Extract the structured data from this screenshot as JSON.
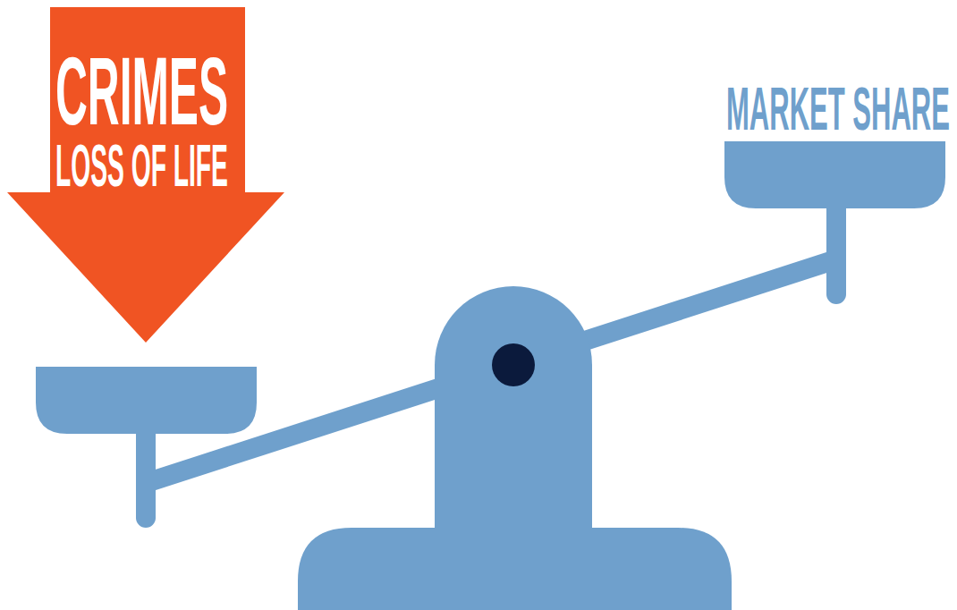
{
  "diagram": {
    "nodes": [
      {
        "text": [
          "CRIMES",
          "LOSS OF LIFE"
        ]
      }
    ],
    "labels": [
      "MARKET SHARE"
    ]
  }
}
